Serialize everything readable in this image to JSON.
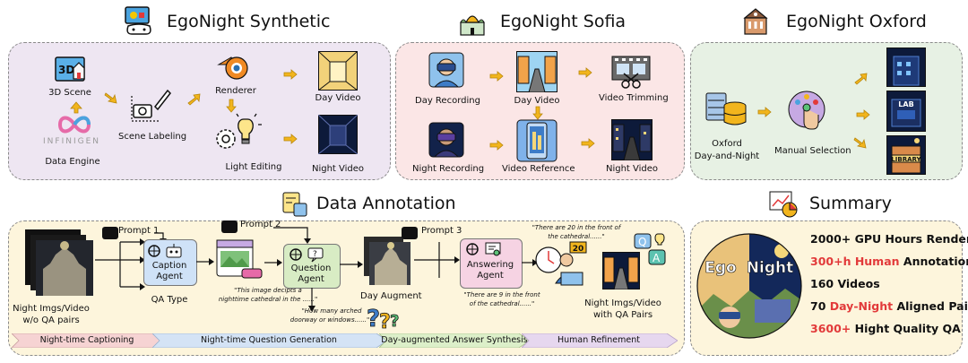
{
  "panels": {
    "synthetic": {
      "title": "EgoNight Synthetic",
      "labels": {
        "scene3d": "3D Scene",
        "infinigen": "INFINIGEN",
        "data_engine": "Data Engine",
        "scene_labeling": "Scene Labeling",
        "renderer": "Renderer",
        "light_editing": "Light Editing",
        "day_video": "Day Video",
        "night_video": "Night Video"
      }
    },
    "sofia": {
      "title": "EgoNight Sofia",
      "labels": {
        "day_recording": "Day Recording",
        "day_video": "Day Video",
        "video_trimming": "Video Trimming",
        "night_recording": "Night Recording",
        "video_reference": "Video Reference",
        "night_video": "Night Video"
      }
    },
    "oxford": {
      "title": "EgoNight Oxford",
      "labels": {
        "oxford_line1": "Oxford",
        "oxford_line2": "Day-and-Night",
        "manual_selection": "Manual Selection",
        "lab": "LAB",
        "library": "LIBRARY"
      }
    },
    "annotation": {
      "title": "Data Annotation",
      "labels": {
        "prompt1": "Prompt 1",
        "prompt2": "Prompt 2",
        "prompt3": "Prompt 3",
        "caption_agent_1": "Caption",
        "caption_agent_2": "Agent",
        "qa_type": "QA Type",
        "question_agent_1": "Question",
        "question_agent_2": "Agent",
        "answering_agent_1": "Answering",
        "answering_agent_2": "Agent",
        "day_augment": "Day Augment",
        "input_1": "Night Imgs/Video",
        "input_2": "w/o QA pairs",
        "output_1": "Night Imgs/Video",
        "output_2": "with QA Pairs",
        "quote_caption_1": "\"This image decipts a",
        "quote_caption_2": "nighttime cathedral in the ......\"",
        "quote_question_1": "\"How many arched",
        "quote_question_2": "doorway or windows......\"",
        "quote_answer_1": "\"There are 9 in the front",
        "quote_answer_2": "of the cathedral......\"",
        "quote_top_1": "\"There are 20 in the front of",
        "quote_top_2": "the cathedral......\"",
        "num_9": "9",
        "num_20": "20"
      },
      "stages": [
        "Night-time Captioning",
        "Night-time Question Generation",
        "Day-augmented Answer Synthesis",
        "Human Refinement"
      ],
      "stage_colors": [
        "#f6d3d3",
        "#d4e3f5",
        "#dcefc9",
        "#e6d7ef"
      ]
    },
    "summary": {
      "title": "Summary",
      "ego": "Ego",
      "night": "Night",
      "lines": [
        {
          "num": "2000+",
          "text": " GPU Hours Rendering",
          "red": ""
        },
        {
          "num": "300+h",
          "text": " Annotation",
          "red": " Human"
        },
        {
          "num": "160",
          "text": " Videos",
          "red": ""
        },
        {
          "num": "70",
          "text": " Aligned Pairs",
          "red": " Day-Night"
        },
        {
          "num": "3600+",
          "text": " Hight Quality QA",
          "red": ""
        }
      ]
    }
  },
  "colors": {
    "synthetic_bg": "#eee6f2",
    "sofia_bg": "#fbe6e6",
    "oxford_bg": "#e7f1e4",
    "annotation_bg": "#fdf5dc",
    "summary_bg": "#fdf5dc",
    "arrow": "#f2b51d",
    "accent_red": "#e23a3a"
  }
}
